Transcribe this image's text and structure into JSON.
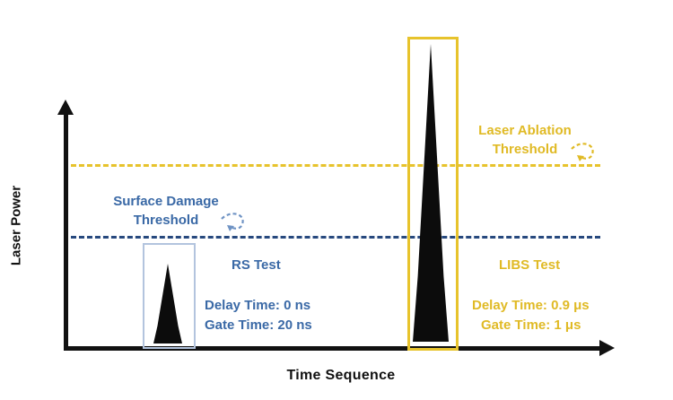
{
  "figure": {
    "y_axis_label": "Laser Power",
    "x_axis_label": "Time Sequence",
    "thresholds": {
      "ablation": {
        "label_line1": "Laser Ablation",
        "label_line2": "Threshold",
        "color": "#e7c32c"
      },
      "surface": {
        "label_line1": "Surface Damage",
        "label_line2": "Threshold",
        "color": "#27497e"
      }
    },
    "tests": {
      "rs": {
        "title": "RS Test",
        "delay": "Delay Time: 0 ns",
        "gate": "Gate Time: 20 ns",
        "color": "#3a69a6"
      },
      "libs": {
        "title": "LIBS Test",
        "delay": "Delay Time: 0.9 μs",
        "gate": "Gate Time: 1 μs",
        "color": "#e0ba25"
      }
    },
    "pulse_color": "#0c0c0c"
  }
}
